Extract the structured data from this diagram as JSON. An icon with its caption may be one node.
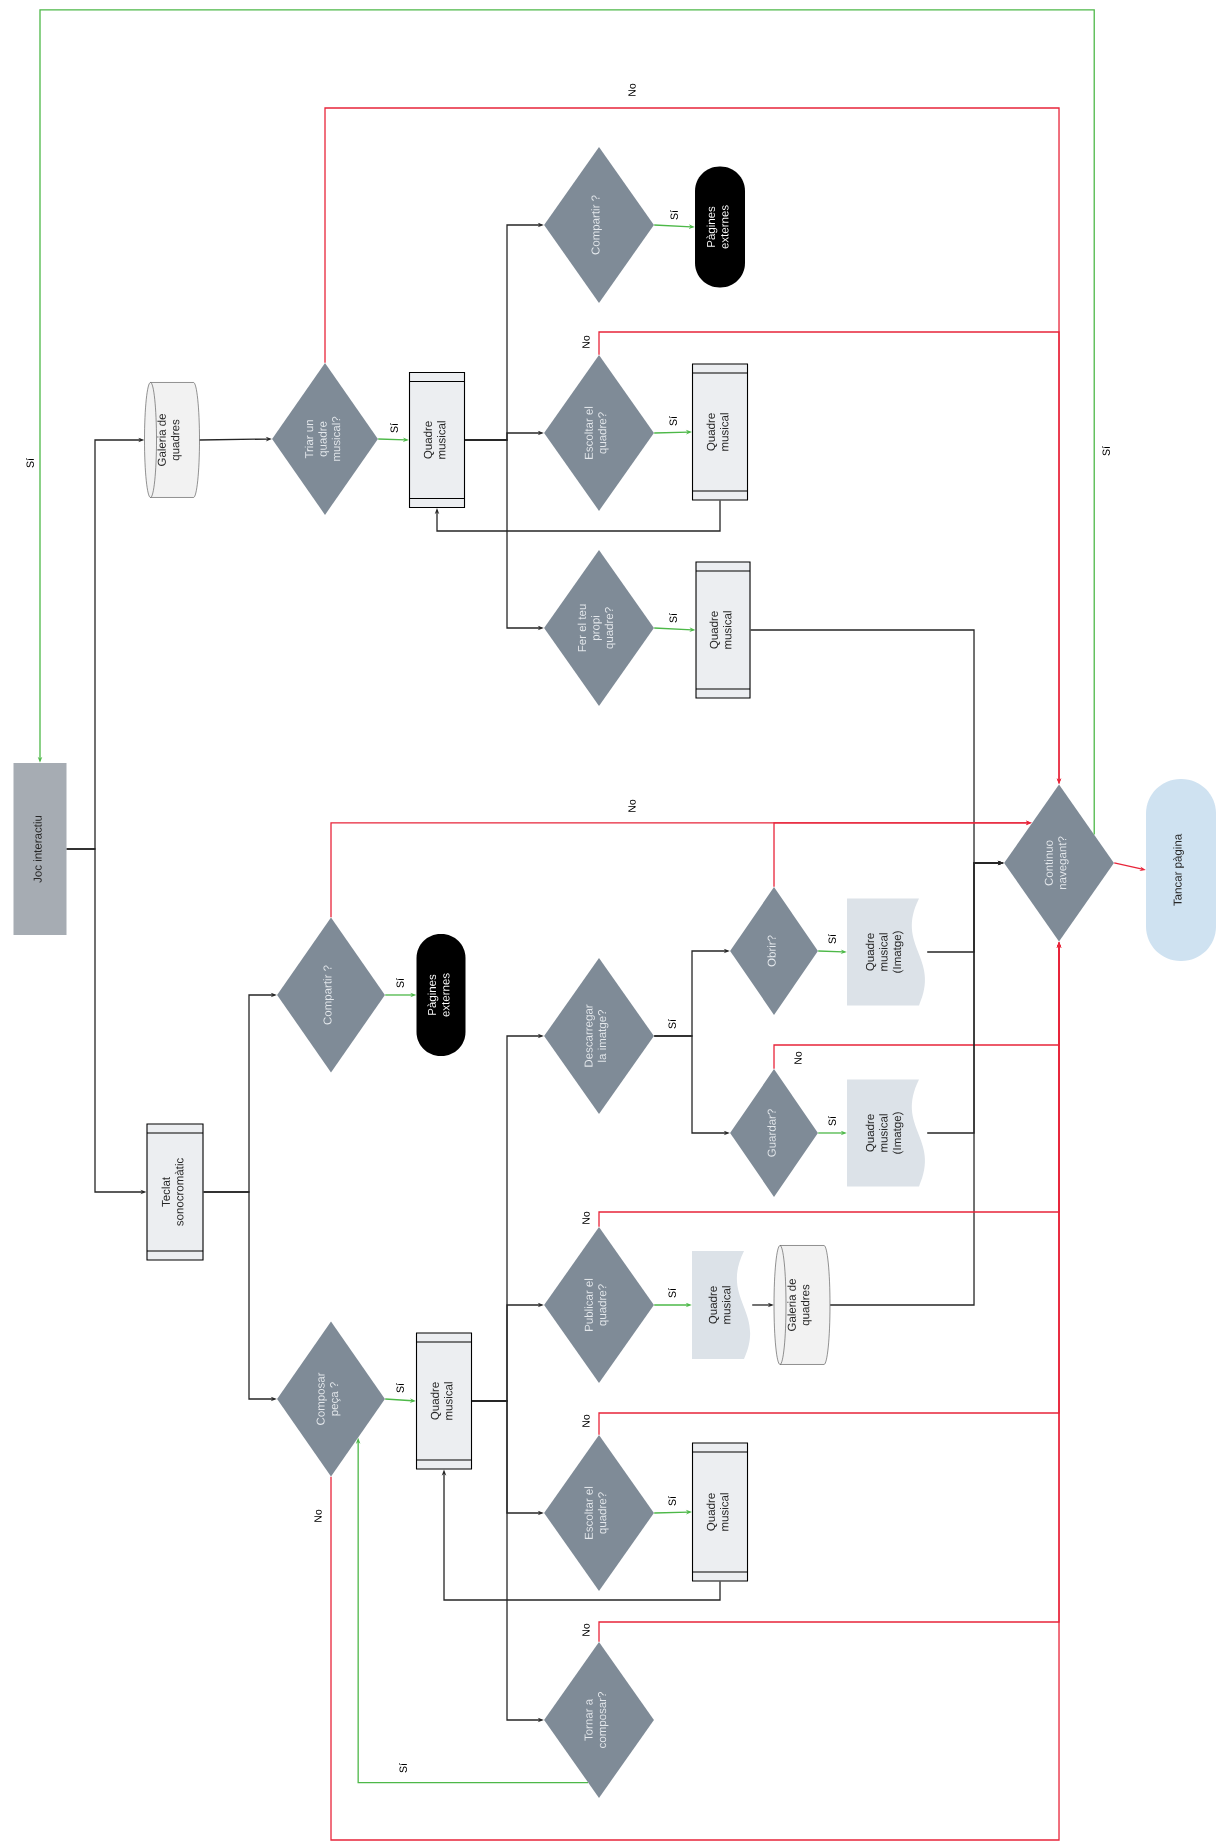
{
  "diagram": {
    "nodes": [
      {
        "text": [
          "Joc interactiu"
        ]
      },
      {
        "text": [
          "Galeria de quadres"
        ]
      },
      {
        "text": [
          "Triar un quadre musical?"
        ]
      },
      {
        "text": [
          "Quadre musical"
        ]
      },
      {
        "text": [
          "Compartir ?"
        ]
      },
      {
        "text": [
          "Pàgines externes"
        ]
      },
      {
        "text": [
          "Escoltar el quadre?"
        ]
      },
      {
        "text": [
          "Quadre musical"
        ]
      },
      {
        "text": [
          "Fer el teu propi quadre?"
        ]
      },
      {
        "text": [
          "Quadre musical"
        ]
      },
      {
        "text": [
          "Compartir ?"
        ]
      },
      {
        "text": [
          "Pàgines externes"
        ]
      },
      {
        "text": [
          "Teclat sonocromàtic"
        ]
      },
      {
        "text": [
          "Descarregar la imatge?"
        ]
      },
      {
        "text": [
          "Obrir?"
        ]
      },
      {
        "text": [
          "Quadre musical (Imatge)"
        ]
      },
      {
        "text": [
          "Guardar?"
        ]
      },
      {
        "text": [
          "Quadre musical (Imatge)"
        ]
      },
      {
        "text": [
          "Continuo navegant?"
        ]
      },
      {
        "text": [
          "Tancar pàgina"
        ]
      },
      {
        "text": [
          "Publicar el quadre?"
        ]
      },
      {
        "text": [
          "Quadre musical"
        ]
      },
      {
        "text": [
          "Galeria de quadres"
        ]
      },
      {
        "text": [
          "Composar peça ?"
        ]
      },
      {
        "text": [
          "Quadre musical"
        ]
      },
      {
        "text": [
          "Escoltar el quadre?"
        ]
      },
      {
        "text": [
          "Quadre musical"
        ]
      },
      {
        "text": [
          "Tornar a composar?"
        ]
      }
    ],
    "edges": [
      {
        "from": 0,
        "to": 1,
        "arrow": "to"
      },
      {
        "from": 0,
        "to": 12,
        "arrow": "to"
      },
      {
        "from": 1,
        "to": 2,
        "arrow": "to"
      },
      {
        "from": 2,
        "to": 3,
        "arrow": "to",
        "label": "Sí",
        "color": "#4db848"
      },
      {
        "from": 2,
        "to": 18,
        "arrow": "to",
        "label": "No",
        "color": "#e8253a"
      },
      {
        "from": 3,
        "to": 4,
        "arrow": "to"
      },
      {
        "from": 3,
        "to": 6,
        "arrow": "to"
      },
      {
        "from": 3,
        "to": 8,
        "arrow": "to"
      },
      {
        "from": 4,
        "to": 5,
        "arrow": "to",
        "label": "Sí",
        "color": "#4db848"
      },
      {
        "from": 6,
        "to": 7,
        "arrow": "to",
        "label": "Sí",
        "color": "#4db848"
      },
      {
        "from": 6,
        "to": 18,
        "arrow": "to",
        "label": "No",
        "color": "#e8253a"
      },
      {
        "from": 7,
        "to": 3,
        "arrow": "to"
      },
      {
        "from": 8,
        "to": 9,
        "arrow": "to",
        "label": "Sí",
        "color": "#4db848"
      },
      {
        "from": 9,
        "to": 18,
        "arrow": "to"
      },
      {
        "from": 18,
        "to": 0,
        "arrow": "to",
        "label": "Sí",
        "color": "#4db848"
      },
      {
        "from": 18,
        "to": 19,
        "arrow": "to",
        "color": "#e8253a"
      },
      {
        "from": 12,
        "to": 10,
        "arrow": "to"
      },
      {
        "from": 12,
        "to": 23,
        "arrow": "to"
      },
      {
        "from": 10,
        "to": 11,
        "arrow": "to",
        "label": "Sí",
        "color": "#4db848"
      },
      {
        "from": 10,
        "to": 18,
        "arrow": "to",
        "label": "No",
        "color": "#e8253a"
      },
      {
        "from": 14,
        "to": 18,
        "arrow": "to",
        "color": "#e8253a"
      },
      {
        "from": 23,
        "to": 24,
        "arrow": "to",
        "label": "Sí",
        "color": "#4db848"
      },
      {
        "from": 23,
        "to": 18,
        "arrow": "to",
        "label": "No",
        "color": "#e8253a"
      },
      {
        "from": 24,
        "to": 13,
        "arrow": "to"
      },
      {
        "from": 24,
        "to": 20,
        "arrow": "to"
      },
      {
        "from": 24,
        "to": 25,
        "arrow": "to"
      },
      {
        "from": 24,
        "to": 27,
        "arrow": "to"
      },
      {
        "from": 13,
        "to": 14,
        "arrow": "to",
        "label": "Sí"
      },
      {
        "from": 13,
        "to": 16,
        "arrow": "to"
      },
      {
        "from": 14,
        "to": 15,
        "arrow": "to",
        "label": "Sí",
        "color": "#4db848"
      },
      {
        "from": 16,
        "to": 17,
        "arrow": "to",
        "label": "Sí",
        "color": "#4db848"
      },
      {
        "from": 16,
        "to": 18,
        "arrow": "to",
        "label": "No",
        "color": "#e8253a"
      },
      {
        "from": 15,
        "to": 18,
        "arrow": "to"
      },
      {
        "from": 17,
        "to": 18,
        "arrow": "to"
      },
      {
        "from": 20,
        "to": 21,
        "arrow": "to",
        "label": "Sí",
        "color": "#4db848"
      },
      {
        "from": 21,
        "to": 22,
        "arrow": "to"
      },
      {
        "from": 22,
        "to": 18,
        "arrow": "to"
      },
      {
        "from": 20,
        "to": 18,
        "arrow": "to",
        "label": "No",
        "color": "#e8253a"
      },
      {
        "from": 25,
        "to": 26,
        "arrow": "to",
        "label": "Sí",
        "color": "#4db848"
      },
      {
        "from": 26,
        "to": 24,
        "arrow": "to"
      },
      {
        "from": 25,
        "to": 18,
        "arrow": "to",
        "label": "No",
        "color": "#e8253a"
      },
      {
        "from": 27,
        "to": 23,
        "arrow": "to",
        "label": "Sí",
        "color": "#4db848"
      },
      {
        "from": 27,
        "to": 18,
        "arrow": "to",
        "label": "No",
        "color": "#e8253a"
      }
    ],
    "labels": [
      "Sí"
    ]
  }
}
